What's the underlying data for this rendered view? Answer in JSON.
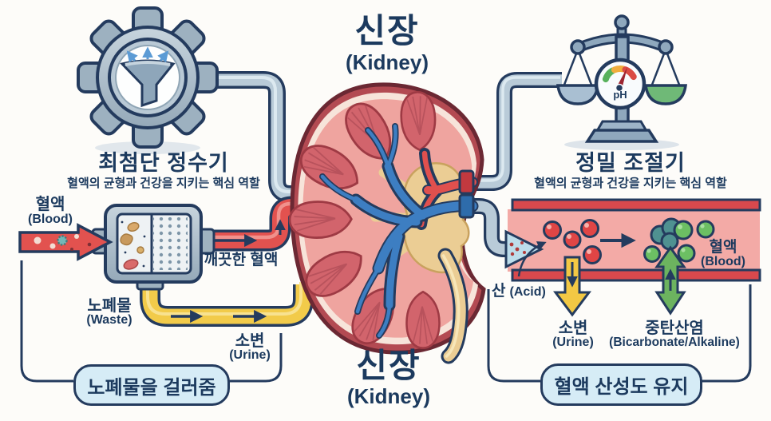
{
  "diagram": {
    "top_title": {
      "ko": "신장",
      "en": "(Kidney)"
    },
    "bottom_title": {
      "ko": "신장",
      "en": "(Kidney)"
    },
    "left": {
      "title": "최첨단 정수기",
      "subtitle": "혈액의 균형과 건강을 지키는 핵심 역할",
      "blood": {
        "ko": "혈액",
        "en": "(Blood)"
      },
      "clean_blood": "깨끗한 혈액",
      "waste": {
        "ko": "노폐물",
        "en": "(Waste)"
      },
      "urine": {
        "ko": "소변",
        "en": "(Urine)"
      },
      "summary": "노폐물을 걸러줌"
    },
    "right": {
      "title": "정밀 조절기",
      "subtitle": "혈액의 균형과 건강을 지키는 핵심 역할",
      "ph": "pH",
      "blood": {
        "ko": "혈액",
        "en": "(Blood)"
      },
      "acid": {
        "ko": "산",
        "en": "(Acid)"
      },
      "urine": {
        "ko": "소변",
        "en": "(Urine)"
      },
      "bicarbonate": {
        "ko": "중탄산염",
        "en": "(Bicarbonate/Alkaline)"
      },
      "summary": "혈액 산성도 유지"
    },
    "colors": {
      "outline_navy": "#243b5e",
      "text_navy": "#1c3a5e",
      "blood_red": "#e2524f",
      "vessel_pink": "#f3aaa6",
      "pipe_gray": "#b9cbd8",
      "urine_yellow": "#f2cb4a",
      "bicarb_green": "#6cb35f",
      "box_fill": "#d6ecf6"
    }
  }
}
